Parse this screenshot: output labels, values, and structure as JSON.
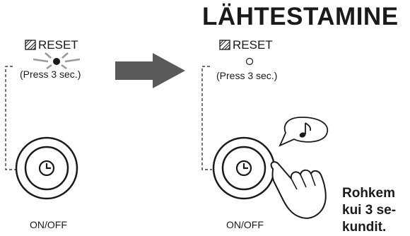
{
  "title": "LÄHTESTAMINE",
  "before_panel": {
    "reset_label": "RESET",
    "press_label": "(Press 3 sec.)",
    "onoff_label": "ON/OFF",
    "indicator_state": "blinking"
  },
  "after_panel": {
    "reset_label": "RESET",
    "press_label": "(Press 3 sec.)",
    "onoff_label": "ON/OFF",
    "indicator_state": "off"
  },
  "note_lines": [
    "Rohkem",
    "kui 3 se-",
    "kundit."
  ],
  "icons": [
    "reset-icon",
    "clock-icon",
    "arrow-right-icon",
    "speech-bubble-icon",
    "music-note-icon",
    "hand-pointer-icon"
  ],
  "colors": {
    "arrow": "#5a5a5a",
    "line": "#1a1a1a",
    "background": "#ffffff"
  }
}
